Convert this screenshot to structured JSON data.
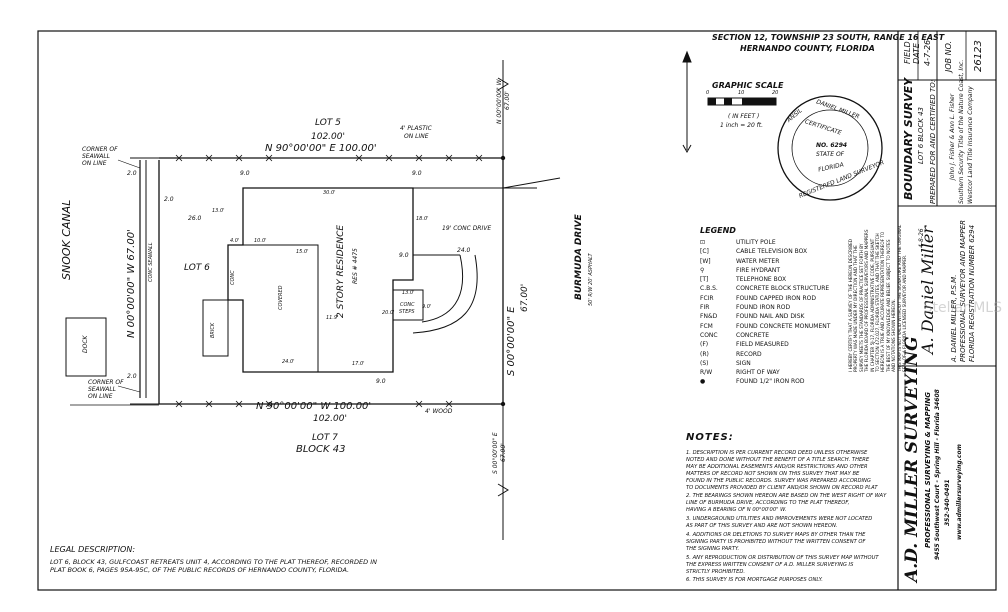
{
  "header": {
    "section_line": "SECTION 12, TOWNSHIP 23 SOUTH, RANGE 16 EAST",
    "county_line": "HERNANDO COUNTY, FLORIDA"
  },
  "graphic_scale": {
    "title": "GRAPHIC SCALE",
    "ticks": [
      "0",
      "10",
      "20"
    ],
    "units": "( IN FEET )",
    "ratio": "1 inch = 20 ft."
  },
  "seal": {
    "top_text": "DANIEL MILLER",
    "ring_left": "ANSIL",
    "cert": "CERTIFICATE",
    "number": "NO. 6294",
    "state_of": "STATE OF",
    "state": "FLORIDA",
    "bottom_text": "REGISTERED LAND SURVEYOR"
  },
  "plat": {
    "lot5": "LOT 5",
    "lot5_dim": "102.00'",
    "north_line": "N 90°00'00\" E   100.00'",
    "plastic": "4' PLASTIC",
    "on_line": "ON LINE",
    "corner_top_1": "CORNER OF",
    "corner_top_2": "SEAWALL",
    "corner_top_3": "ON LINE",
    "corner_bot_1": "CORNER OF",
    "corner_bot_2": "SEAWALL",
    "corner_bot_3": "ON LINE",
    "snook_canal": "SNOOK CANAL",
    "west_line": "N 00°00'00\" W   67.00'",
    "conc_seawall": "CONC SEAWALL",
    "lot6": "LOT 6",
    "dock": "DOCK",
    "residence": "2 STORY RESIDENCE",
    "res_no": "RES # 4475",
    "covered": "COVERED",
    "brick": "BRICK",
    "conc": "CONC",
    "conc_drive": "19' CONC DRIVE",
    "conc_steps_1": "CONC",
    "conc_steps_2": "STEPS",
    "east_line": "S 00°00'00\" E",
    "east_dim": "67.00'",
    "burmuda": "BURMUDA DRIVE",
    "burmuda_sub": "50' R/W 20' ASPHALT",
    "south_line": "N 90°00'00\" W   100.00'",
    "south_rec": "102.00'",
    "wood": "4' WOOD",
    "lot7": "LOT 7",
    "block43": "BLOCK 43",
    "north_top_1": "N 00°00'00\" W",
    "north_top_2": "67.00'",
    "south_bot_1": "S 00°00'00\" E",
    "south_bot_2": "67.00'",
    "d_20a": "2.0",
    "d_20b": "2.0",
    "d_20c": "2.0",
    "d_260": "26.0",
    "d_90a": "9.0",
    "d_90b": "9.0",
    "d_90c": "9.0",
    "d_90d": "9.0",
    "d_300": "30.0'",
    "d_130": "13.0'",
    "d_180": "18.0'",
    "d_150": "15.0'",
    "d_40": "4.0'",
    "d_100": "10.0'",
    "d_240": "24.0",
    "d_200": "20.0'",
    "d_240b": "24.0'",
    "d_170": "17.0'",
    "d_119": "11.9'",
    "d_130b": "13.0'",
    "d_90e": "9.0'"
  },
  "legend": {
    "title": "LEGEND",
    "items": [
      {
        "sym": "⊡",
        "text": "UTILITY POLE"
      },
      {
        "sym": "[C]",
        "text": "CABLE TELEVISION  BOX"
      },
      {
        "sym": "[W]",
        "text": "WATER METER"
      },
      {
        "sym": "⚲",
        "text": "FIRE HYDRANT"
      },
      {
        "sym": "[T]",
        "text": "TELEPHONE BOX"
      },
      {
        "sym": "C.B.S.",
        "text": "CONCRETE BLOCK STRUCTURE"
      },
      {
        "sym": "FCIR",
        "text": "FOUND CAPPED IRON ROD"
      },
      {
        "sym": "FIR",
        "text": "FOUND IRON ROD"
      },
      {
        "sym": "FN&D",
        "text": "FOUND NAIL AND DISK"
      },
      {
        "sym": "FCM",
        "text": "FOUND CONCRETE MONUMENT"
      },
      {
        "sym": "CONC",
        "text": "CONCRETE"
      },
      {
        "sym": "(F)",
        "text": "FIELD MEASURED"
      },
      {
        "sym": "(R)",
        "text": "RECORD"
      },
      {
        "sym": "(S)",
        "text": "SIGN"
      },
      {
        "sym": "R/W",
        "text": "RIGHT OF WAY"
      },
      {
        "sym": "●",
        "text": "FOUND 1/2\" IRON ROD"
      }
    ]
  },
  "notes": {
    "title": "NOTES:",
    "lines": [
      "1. DESCRIPTION IS PER CURRENT RECORD DEED UNLESS OTHERWISE",
      "NOTED AND DONE WITHOUT THE BENEFIT OF A TITLE SEARCH. THERE",
      "MAY BE ADDITIONAL EASEMENTS AND/OR RESTRICTIONS AND OTHER",
      "MATTERS OF RECORD NOT SHOWN ON THIS SURVEY THAT MAY BE",
      "FOUND IN THE PUBLIC RECORDS. SURVEY WAS PREPARED ACCORDING",
      "TO DOCUMENTS PROVIDED BY CLIENT AND/OR SHOWN ON RECORD PLAT",
      "2. THE BEARINGS SHOWN HEREON ARE BASED ON THE WEST RIGHT OF WAY",
      "LINE OF BURMUDA DRIVE, ACCORDING TO THE PLAT THEREOF,",
      "HAVING A BEARING OF N 00°00'00\" W.",
      "3. UNDERGROUND UTILITIES AND IMPROVEMENTS WERE NOT LOCATED",
      "AS PART OF THIS SURVEY AND ARE NOT SHOWN HEREON.",
      "4. ADDITIONS OR DELETIONS TO SURVEY MAPS BY OTHER THAN THE",
      "SIGNING PARTY IS PROHIBITED WITHOUT THE WRITTEN CONSENT OF",
      "THE SIGNING PARTY.",
      "5. ANY REPRODUCTION OR DISTRIBUTION OF THIS SURVEY MAP WITHOUT",
      "THE EXPRESS WRITTEN CONSENT OF A.D. MILLER SURVEYING IS",
      "STRICTLY PROHIBITED.",
      "6. THIS SURVEY IS FOR MORTGAGE PURPOSES ONLY."
    ]
  },
  "legal": {
    "title": "LEGAL DESCRIPTION:",
    "line1": "LOT 6, BLOCK 43, GULFCOAST RETREATS UNIT 4,  ACCORDING TO THE PLAT THEREOF, RECORDED IN",
    "line2": "PLAT BOOK 6, PAGES 95A-95C, OF THE PUBLIC RECORDS OF HERNANDO COUNTY, FLORIDA."
  },
  "certification": {
    "lines": [
      "I HEREBY CERTIFY THAT A SURVEY OF THE HEREON DESCRIBED",
      "PROPERTY WAS MADE UNDER MY DIRECTION AND THAT THE",
      "SURVEY MEETS THE STANDARDS OF PRACTICE SET FORTH BY",
      "THE FLORIDA BOARD OF PROFESSIONAL SURVEYORS AND MAPPERS",
      "IN CHAPTER 5J-17, FLORIDA ADMINISTRATIVE CODE, PURSUANT",
      "TO SECTION 472.027, FLORIDA STATUTES, AND THAT THE SKETCH",
      "HEREON IS A TRUE AND ACCURATE REPRESENTATION THEREOF TO",
      "THE BEST OF MY KNOWLEDGE AND BELIEF. SUBJECT TO NOTES",
      "AND NOTATIONS SHOWN HEREON.",
      "THIS MAP IS NOT VALID WITHOUT THE SIGNATURE AND THE ORIGINAL",
      "SEAL OF A FLORIDA LICENSED SURVEYOR AND MAPPER."
    ],
    "signature": "A. Daniel Miller",
    "date": "4-8-26",
    "name_line": "A. DANIEL MILLER, P.S.M.",
    "title_line": "PROFESSIONAL SURVEYOR AND MAPPER",
    "reg_line": "FLORIDA REGISTRATION NUMBER 6294"
  },
  "title_block": {
    "type": "BOUNDARY SURVEY",
    "lot": "LOT 6  BLOCK 43",
    "prepared": "PREPARED FOR AND CERTIFIED TO:",
    "client1": "John J. Fisher & Ann L. Fisher",
    "client2": "Southern Security Title of the Nature Coast, Inc.",
    "client3": "Westcor Land Title Insurance Company",
    "field_label": "FIELD",
    "date_label": "DATE",
    "field_date": "4-7-26",
    "job_label": "JOB NO.",
    "job_no": "26123"
  },
  "company": {
    "name": "A.D. MILLER SURVEYING",
    "sub": "PROFESSIONAL SURVEYING & MAPPING",
    "address": "9455 Southwest Court - Spring Hill - Florida 34608",
    "phone": "352-340-0491",
    "web": "www.admillersurveying.com"
  },
  "watermark": "Stellar MLS"
}
